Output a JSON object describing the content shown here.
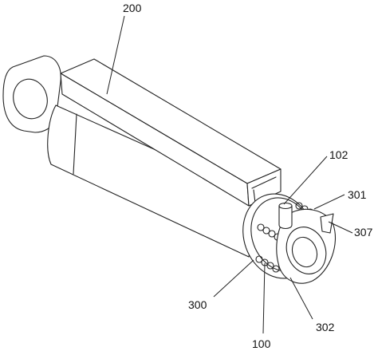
{
  "figure": {
    "callouts": [
      {
        "id": "label-200",
        "text": "200"
      },
      {
        "id": "label-102",
        "text": "102"
      },
      {
        "id": "label-301",
        "text": "301"
      },
      {
        "id": "label-307",
        "text": "307"
      },
      {
        "id": "label-300",
        "text": "300"
      },
      {
        "id": "label-302",
        "text": "302"
      },
      {
        "id": "label-100",
        "text": "100"
      }
    ]
  }
}
